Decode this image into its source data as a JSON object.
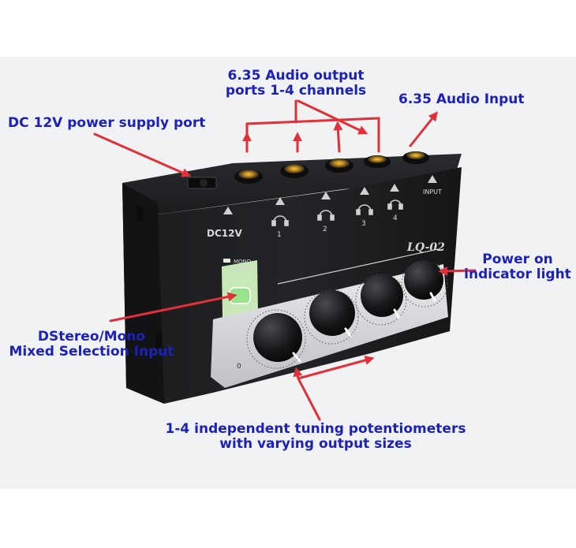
{
  "device": {
    "model": "LQ-02",
    "dc_label": "DC12V",
    "input_label": "INPUT",
    "channel_numbers": [
      "1",
      "2",
      "3",
      "4"
    ],
    "switch_top": "MONO",
    "switch_bottom": "STEREO",
    "dial_zero": "0"
  },
  "annotations": {
    "output_ports_line1": "6.35 Audio output",
    "output_ports_line2": "ports 1-4 channels",
    "audio_input": "6.35 Audio Input",
    "dc_port": "DC 12V power supply port",
    "power_line1": "Power on",
    "power_line2": "indicator light",
    "mode_line1": "DStereo/Mono",
    "mode_line2": "Mixed Selection Input",
    "pots_line1": "1-4 independent tuning potentiometers",
    "pots_line2": "with varying output sizes"
  },
  "colors": {
    "label_text": "#1c21b9",
    "arrow": "#e0303a",
    "device_body": "#1e1f21",
    "backdrop": "#f1f2f3",
    "led": "#7ee07a"
  }
}
